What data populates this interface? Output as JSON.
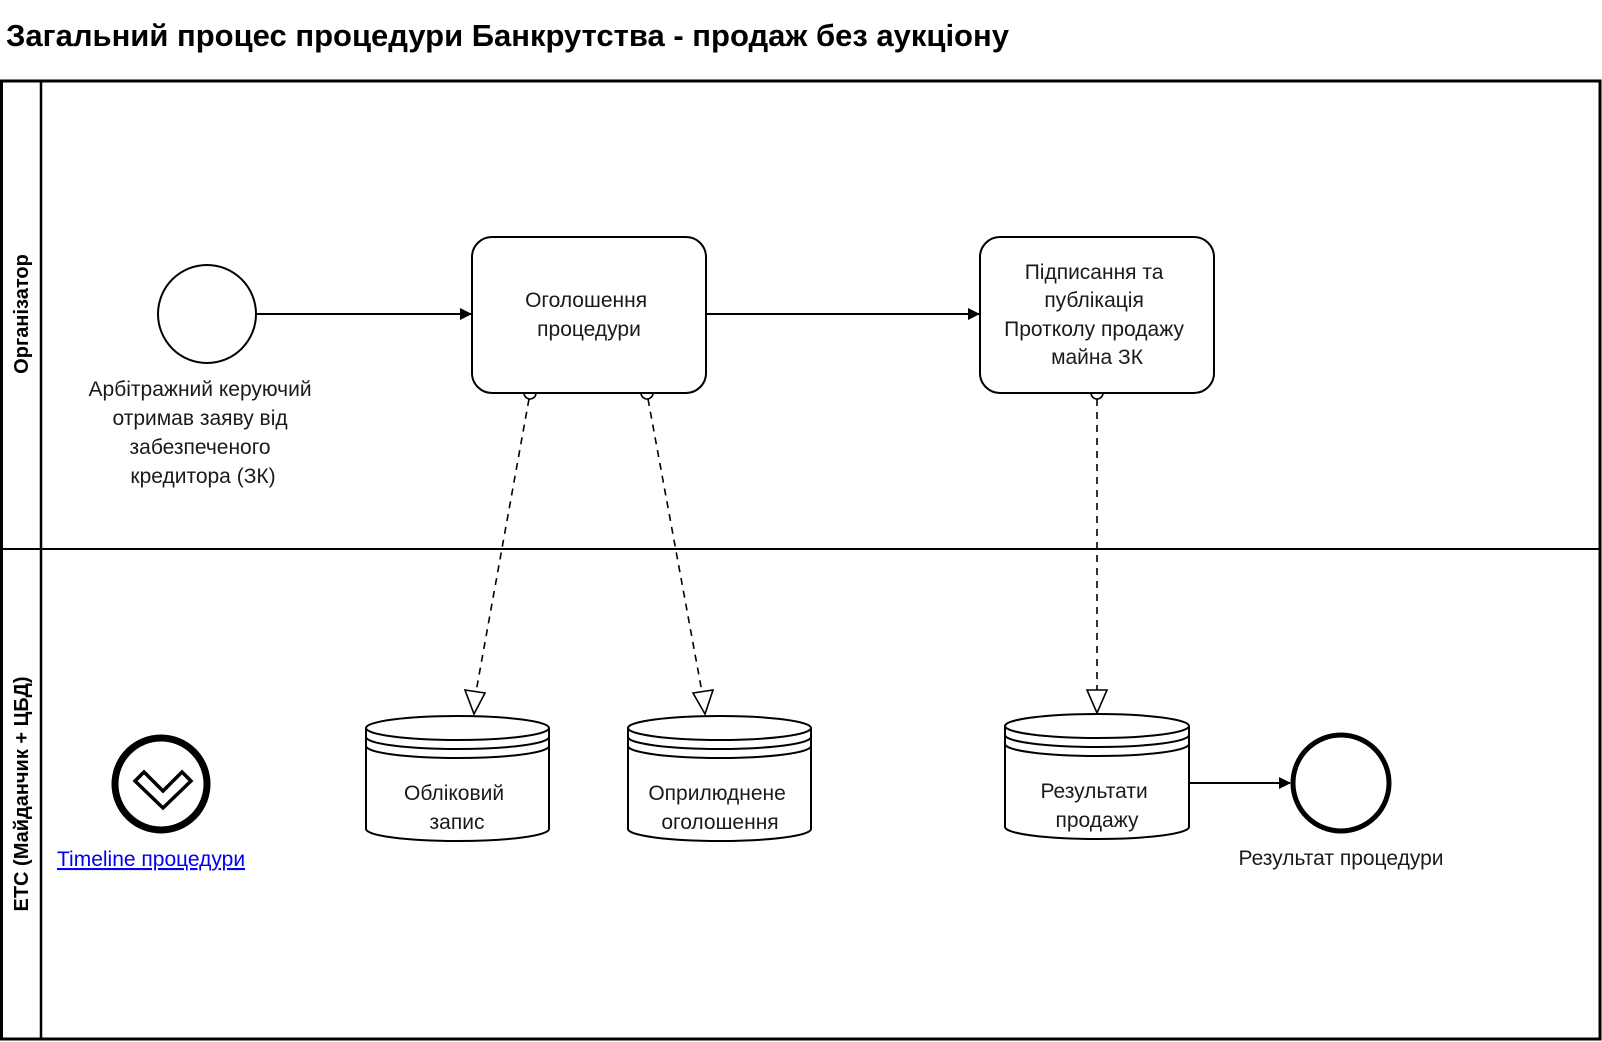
{
  "title": "Загальний процес процедури Банкрутства - продаж без аукціону",
  "pool": {
    "lanes": [
      {
        "id": "organizer",
        "label": "Організатор"
      },
      {
        "id": "ets",
        "label": "ЕТС (Майданчик + ЦБД)"
      }
    ]
  },
  "elements": {
    "start_event": {
      "type": "start-event",
      "label_lines": [
        "Арбітражний керуючий",
        "отримав заяву від",
        "забезпеченого",
        "кредитора (ЗК)"
      ]
    },
    "task_announce": {
      "type": "task",
      "label_lines": [
        "Оголошення",
        "процедури"
      ]
    },
    "task_sign": {
      "type": "task",
      "label_lines": [
        "Підписання та",
        "публікація",
        "Протколу продажу",
        "майна ЗК"
      ]
    },
    "store_record": {
      "type": "data-store",
      "label_lines": [
        "Обліковий",
        "запис"
      ]
    },
    "store_published": {
      "type": "data-store",
      "label_lines": [
        "Оприлюднене",
        "оголошення"
      ]
    },
    "store_results": {
      "type": "data-store",
      "label_lines": [
        "Результати",
        "продажу"
      ]
    },
    "end_event": {
      "type": "end-event",
      "label": "Результат процедури"
    },
    "timeline": {
      "icon": "chevron-down-circle-icon",
      "link_text": "Timeline процедури"
    }
  },
  "flows": [
    {
      "from": "start_event",
      "to": "task_announce",
      "style": "sequence"
    },
    {
      "from": "task_announce",
      "to": "task_sign",
      "style": "sequence"
    },
    {
      "from": "task_announce",
      "to": "store_record",
      "style": "data-association"
    },
    {
      "from": "task_announce",
      "to": "store_published",
      "style": "data-association"
    },
    {
      "from": "task_sign",
      "to": "store_results",
      "style": "data-association"
    },
    {
      "from": "store_results",
      "to": "end_event",
      "style": "sequence"
    }
  ],
  "colors": {
    "stroke": "#000000",
    "text": "#1a1a1a",
    "link": "#0000ee",
    "background": "#ffffff"
  }
}
